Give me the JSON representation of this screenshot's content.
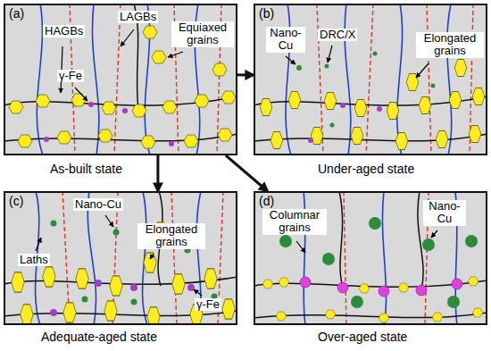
{
  "diagram": {
    "nodes": [
      {
        "text": [
          "(a)",
          "HAGBs",
          "LAGBs",
          "Equiaxed grains",
          "γ-Fe",
          "As-built state"
        ]
      },
      {
        "text": [
          "(b)",
          "Nano-Cu",
          "DRC/X",
          "Elongated grains",
          "Under-aged state"
        ]
      },
      {
        "text": [
          "(c)",
          "Nano-Cu",
          "Laths",
          "Elongated grains",
          "γ-Fe",
          "Adequate-aged state"
        ]
      },
      {
        "text": [
          "(d)",
          "Columnar grains",
          "Nano-Cu",
          "Over-aged state"
        ]
      }
    ],
    "edges": [
      {
        "from": 0,
        "to": 1,
        "arrow": "to"
      },
      {
        "from": 0,
        "to": 2,
        "arrow": "to"
      },
      {
        "from": 0,
        "to": 3,
        "arrow": "to"
      }
    ]
  }
}
